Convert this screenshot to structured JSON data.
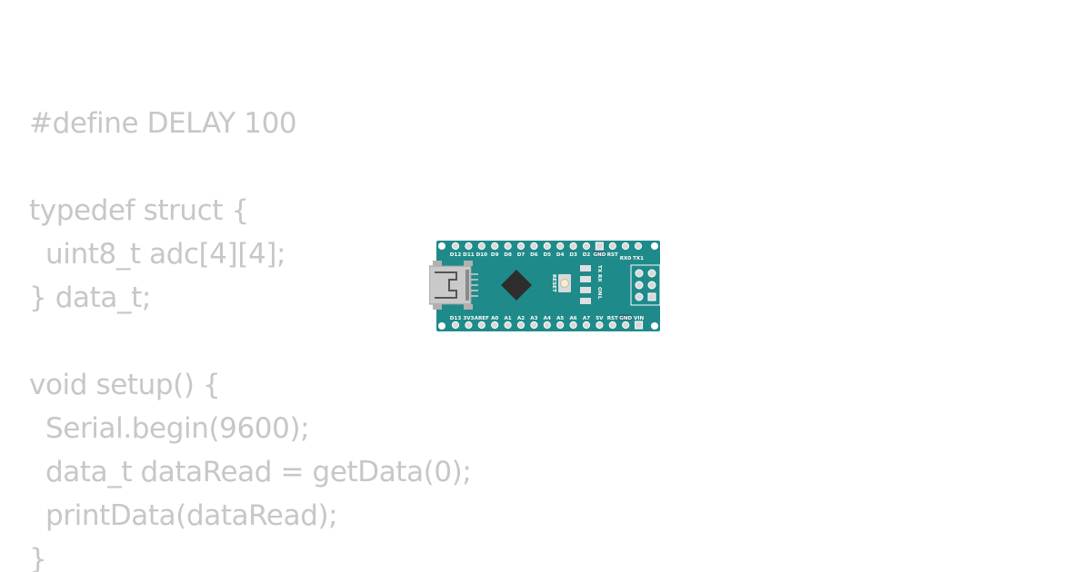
{
  "code": {
    "lines": [
      {
        "text": "#define DELAY 100",
        "indent": false
      },
      {
        "text": "",
        "indent": false
      },
      {
        "text": "typedef struct {",
        "indent": false
      },
      {
        "text": "uint8_t adc[4][4];",
        "indent": true
      },
      {
        "text": "} data_t;",
        "indent": false
      },
      {
        "text": "",
        "indent": false
      },
      {
        "text": "void setup() {",
        "indent": false
      },
      {
        "text": "Serial.begin(9600);",
        "indent": true
      },
      {
        "text": "data_t dataRead = getData(0);",
        "indent": true
      },
      {
        "text": "printData(dataRead);",
        "indent": true
      },
      {
        "text": "}",
        "indent": false
      }
    ]
  },
  "board": {
    "name": "Arduino Nano",
    "top_pins": [
      "D12",
      "D11",
      "D10",
      "D9",
      "D8",
      "D7",
      "D6",
      "D5",
      "D4",
      "D3",
      "D2",
      "GND",
      "RST"
    ],
    "top_right_labels": [
      "RX0",
      "TX1"
    ],
    "bottom_pins": [
      "D13",
      "3V3",
      "AREF",
      "A0",
      "A1",
      "A2",
      "A3",
      "A4",
      "A5",
      "A6",
      "A7",
      "5V",
      "RST",
      "GND",
      "VIN"
    ],
    "reset_label": "RESET",
    "led_labels": [
      "TX",
      "RX",
      "ON",
      "L"
    ],
    "colors": {
      "board": "#1f8a8a",
      "board_dark": "#167070",
      "pad": "#d8d8d8",
      "usb": "#c8c8c8",
      "chip": "#333333",
      "text": "#c7c7c7"
    }
  }
}
